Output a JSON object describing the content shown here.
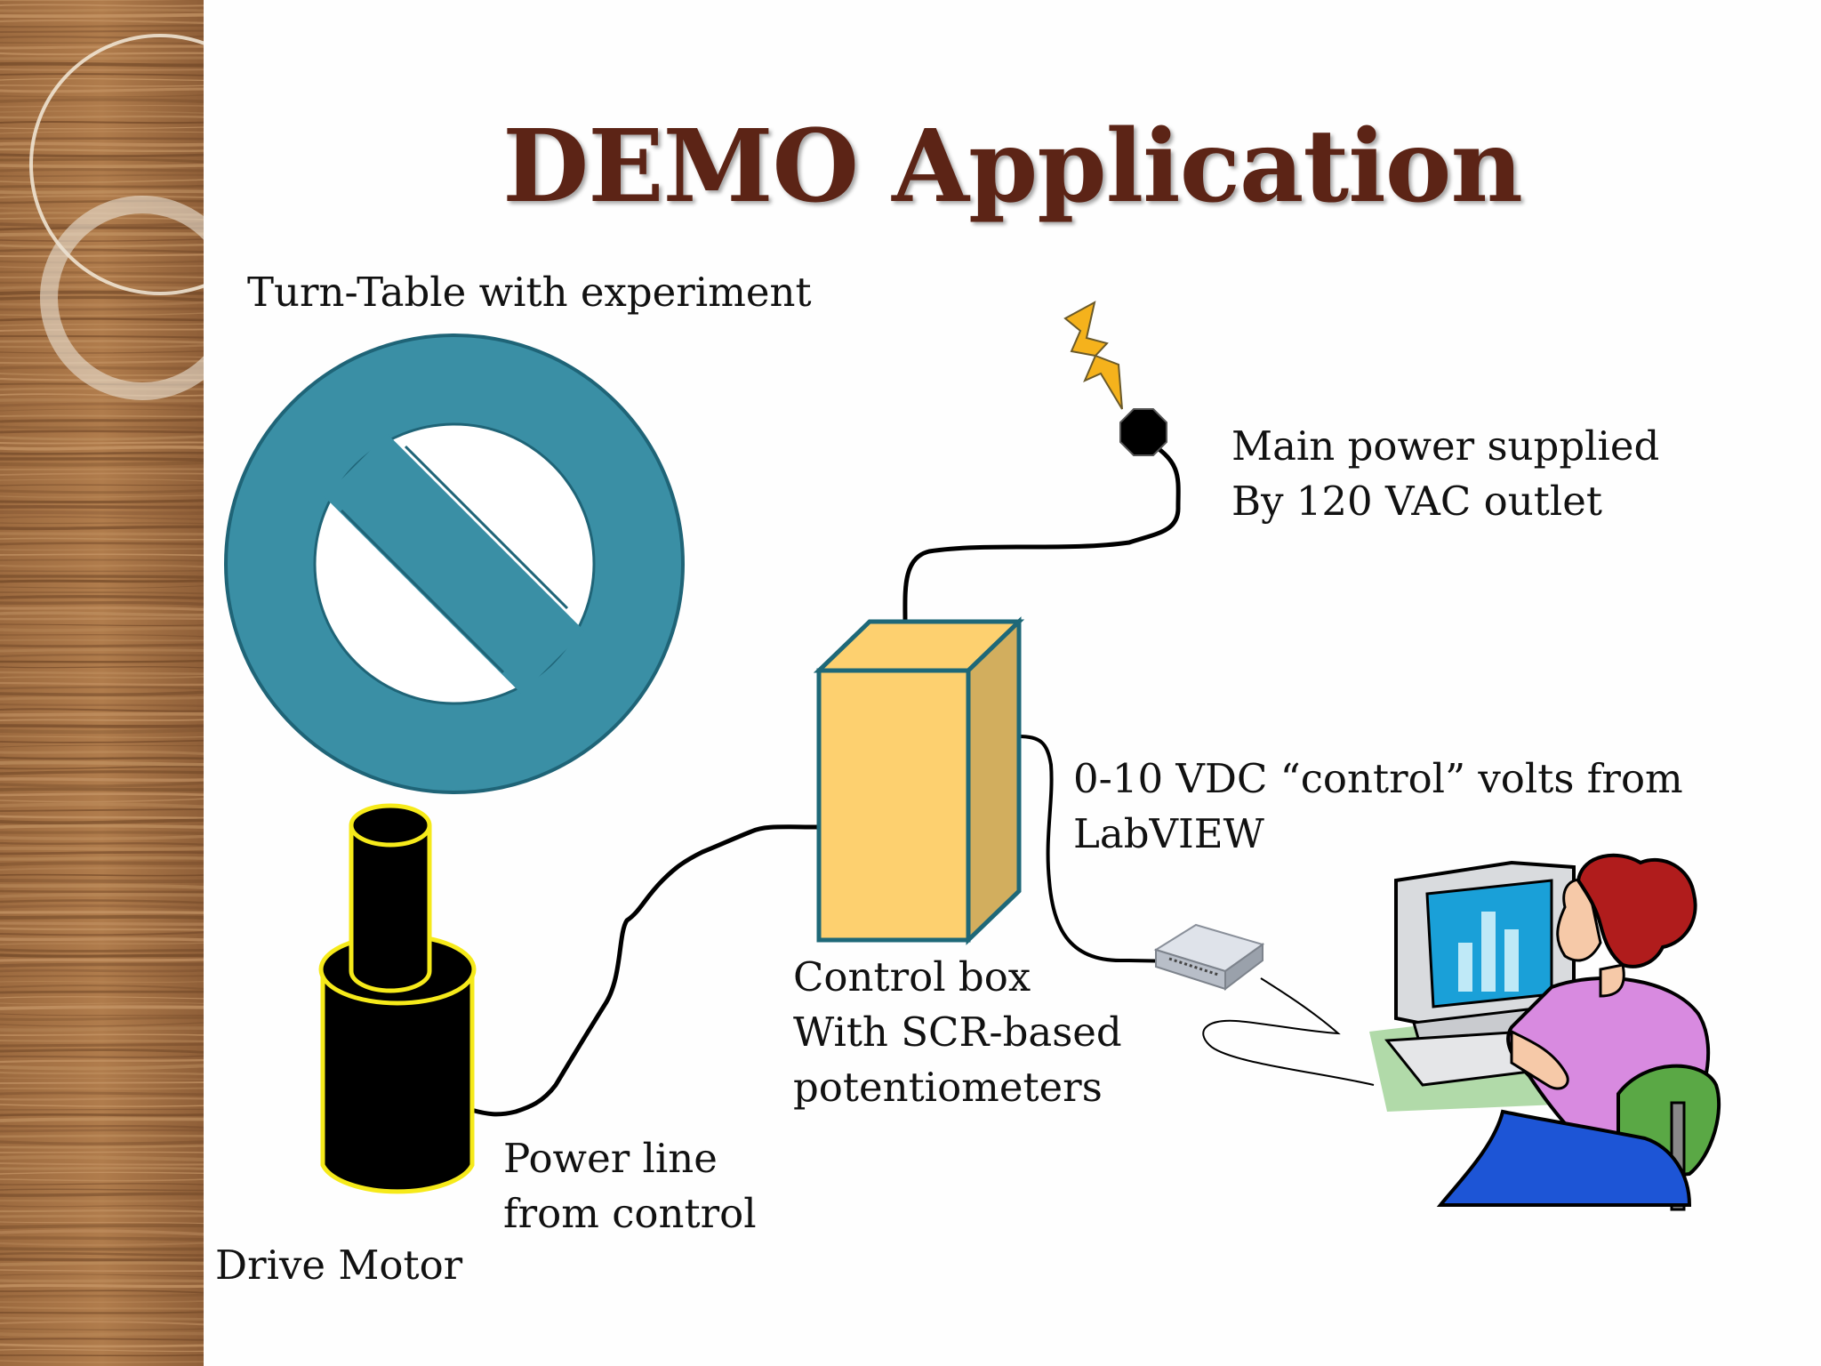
{
  "title": "DEMO Application",
  "labels": {
    "turntable": "Turn-Table with experiment",
    "main_power_line1": "Main power supplied",
    "main_power_line2": "By 120 VAC outlet",
    "control_volts_line1": "0-10 VDC “control”  volts from",
    "control_volts_line2": "LabVIEW",
    "control_box_line1": "Control box",
    "control_box_line2": "With SCR-based",
    "control_box_line3": "potentiometers",
    "power_line_line1": "Power line",
    "power_line_line2": "from control",
    "drive_motor": "Drive Motor"
  },
  "colors": {
    "title": "#5c2416",
    "turntable": "#3a8fa5",
    "turntable_outline": "#1f6477",
    "control_box_front": "#fdd06f",
    "control_box_side": "#d2ae5e",
    "control_box_outline": "#1e6878",
    "motor_fill": "#000000",
    "motor_outline": "#f6ea1a",
    "lightning": "#f5b21c"
  },
  "icons": {
    "turntable": "prohibition-circle-icon",
    "lightning": "lightning-bolt-icon",
    "outlet": "outlet-plug-icon",
    "daq": "usb-daq-device-icon",
    "user": "woman-at-computer-icon"
  }
}
